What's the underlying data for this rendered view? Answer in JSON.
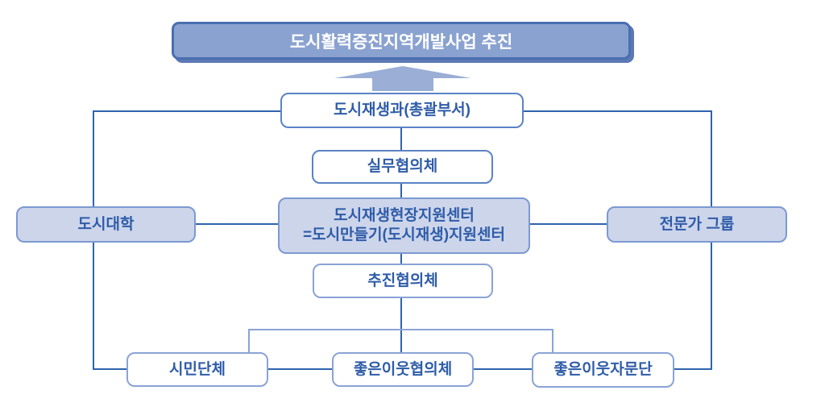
{
  "diagram": {
    "title_banner": "도시활력증진지역개발사업 추진",
    "nodes": {
      "management": "도시재생과(총괄부서)",
      "working_council": "실무협의체",
      "support_center_line1": "도시재생현장지원센터",
      "support_center_line2": "=도시만들기(도시재생)지원센터",
      "urban_college": "도시대학",
      "expert_group": "전문가 그룹",
      "promotion_council": "추진협의체",
      "civic_group": "시민단체",
      "good_neighbor_council": "좋은이웃협의체",
      "good_neighbor_advisory": "좋은이웃자문단"
    },
    "colors": {
      "banner_fill": "#8AA2D0",
      "banner_border": "#4A6FB0",
      "banner_text": "#FFFFFF",
      "banner_shadow": "#5C79B5",
      "arrow_fill": "#9AAED6",
      "box_fill_light": "#CDD5EB",
      "box_fill_white": "#FFFFFF",
      "box_border": "#5B82C6",
      "box_border_light": "#8AA3D6",
      "line_strong": "#2E64AD",
      "line_light": "#8AA3D6",
      "text_blue": "#2E5CA8"
    }
  }
}
